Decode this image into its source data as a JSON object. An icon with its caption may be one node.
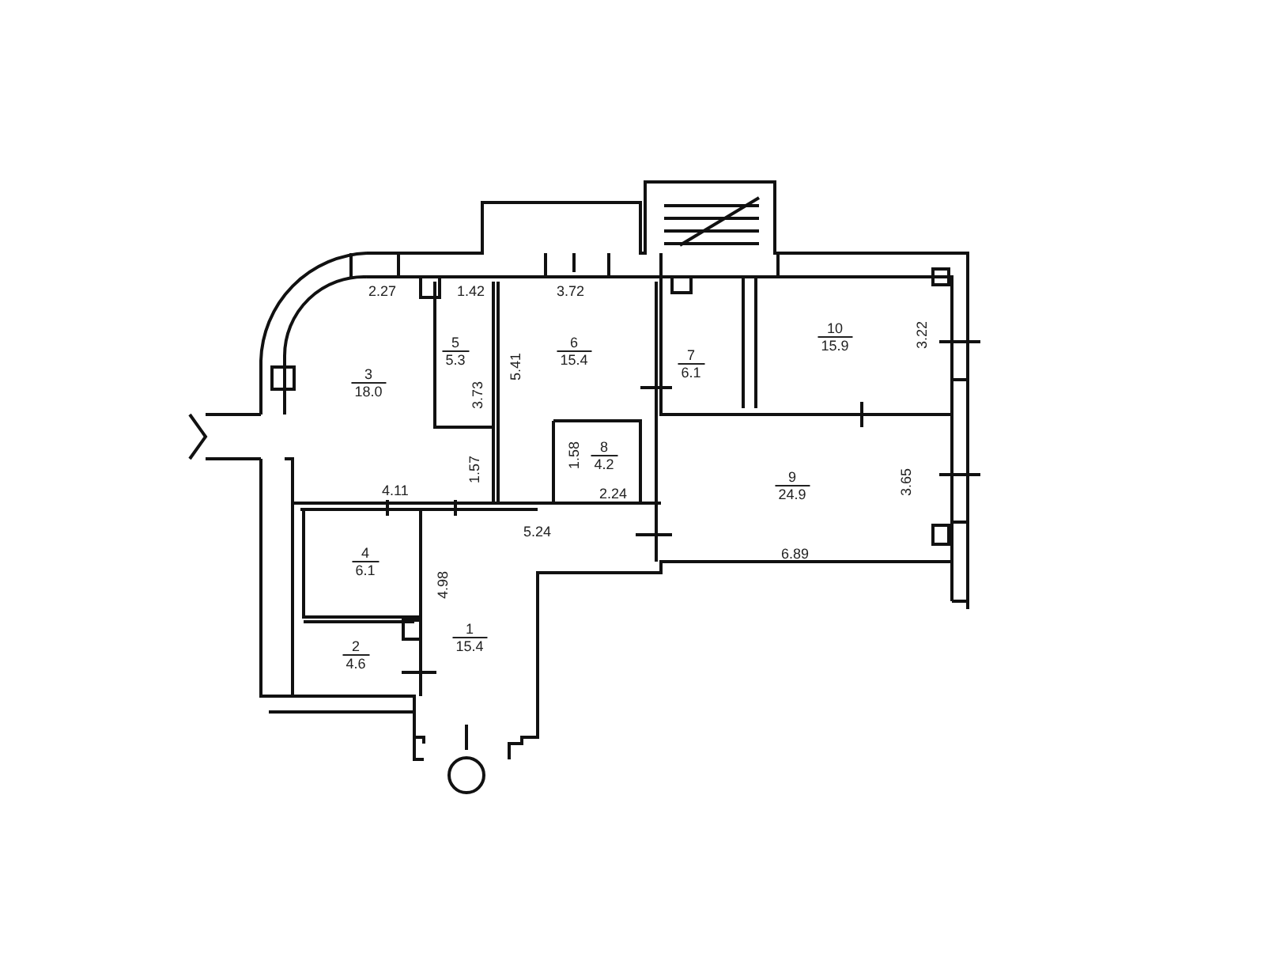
{
  "diagram": {
    "nodes": [
      {
        "text": [
          "3",
          "18.0"
        ]
      },
      {
        "text": [
          "5",
          "5.3"
        ]
      },
      {
        "text": [
          "6",
          "15.4"
        ]
      },
      {
        "text": [
          "7",
          "6.1"
        ]
      },
      {
        "text": [
          "10",
          "15.9"
        ]
      },
      {
        "text": [
          "8",
          "4.2"
        ]
      },
      {
        "text": [
          "9",
          "24.9"
        ]
      },
      {
        "text": [
          "4",
          "6.1"
        ]
      },
      {
        "text": [
          "1",
          "15.4"
        ]
      },
      {
        "text": [
          "2",
          "4.6"
        ]
      }
    ],
    "edges": [],
    "labels": [
      "2.27",
      "1.42",
      "3.72",
      "3.22",
      "5.41",
      "3.73",
      "1.58",
      "1.57",
      "4.11",
      "2.24",
      "5.24",
      "3.65",
      "6.89",
      "4.98"
    ]
  }
}
